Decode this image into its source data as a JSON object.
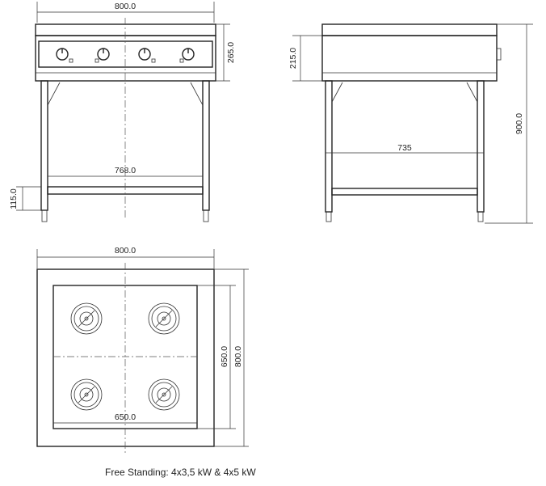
{
  "front_view": {
    "dims": {
      "width": "800.0",
      "panel_height": "265.0",
      "inner_width": "768.0",
      "shelf_height": "115.0"
    },
    "knob_count": 4
  },
  "side_view": {
    "dims": {
      "top_height": "215.0",
      "depth": "735",
      "total_height": "900.0"
    }
  },
  "top_view": {
    "dims": {
      "width": "800.0",
      "inner_height": "650.0",
      "depth": "800.0",
      "inner_width": "650.0"
    },
    "hob_count": 4
  },
  "caption": "Free Standing: 4x3,5 kW & 4x5 kW"
}
